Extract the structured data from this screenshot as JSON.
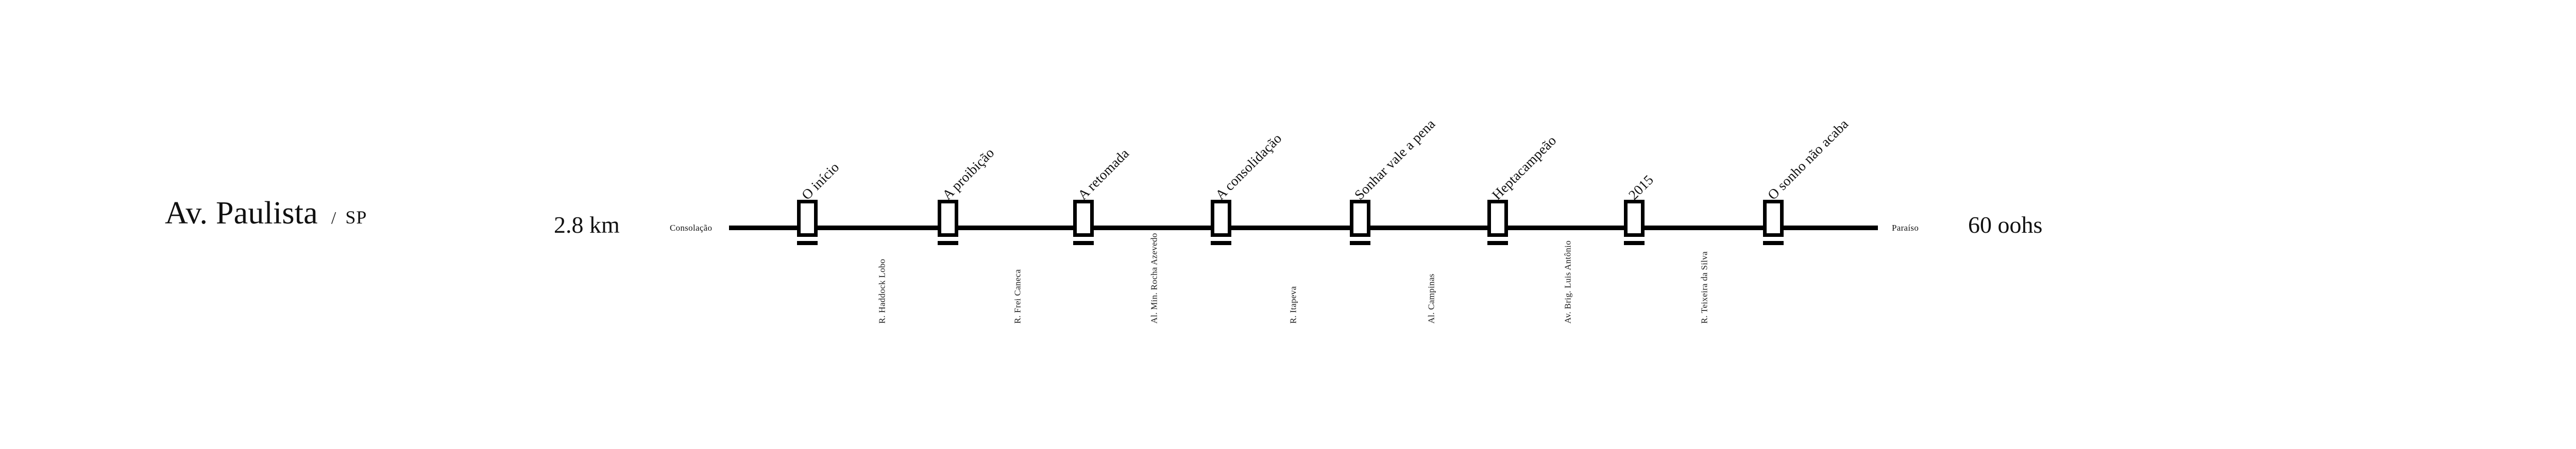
{
  "header": {
    "title": "Av. Paulista",
    "separator": "/",
    "state": "SP"
  },
  "stats": {
    "distance": "2.8 km",
    "duration": "60 oohs"
  },
  "route": {
    "start_label": "Consolação",
    "end_label": "Paraíso",
    "stations": [
      {
        "era_label": "O início"
      },
      {
        "era_label": "A proibição"
      },
      {
        "era_label": "A retomada"
      },
      {
        "era_label": "A consolidação"
      },
      {
        "era_label": "Sonhar vale a pena"
      },
      {
        "era_label": "Heptacampeão"
      },
      {
        "era_label": "2015"
      },
      {
        "era_label": "O sonho não acaba"
      }
    ],
    "streets": [
      {
        "label": "R. Haddock Lobo"
      },
      {
        "label": "R. Frei Caneca"
      },
      {
        "label": "Al. Min. Rocha Azevedo"
      },
      {
        "label": "R. Itapeva"
      },
      {
        "label": "Al. Campinas"
      },
      {
        "label": "Av. Brig. Luis Antônio"
      },
      {
        "label": "R. Teixeira da Silva"
      }
    ]
  },
  "colors": {
    "ink": "#000000",
    "background": "#ffffff"
  }
}
